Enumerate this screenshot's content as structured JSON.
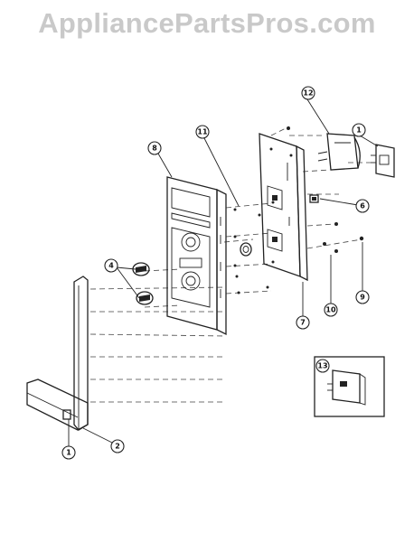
{
  "watermark": "AppliancePartsPros.com",
  "callouts": [
    "1",
    "2",
    "4",
    "6",
    "7",
    "8",
    "9",
    "10",
    "11",
    "12",
    "1",
    "13"
  ]
}
